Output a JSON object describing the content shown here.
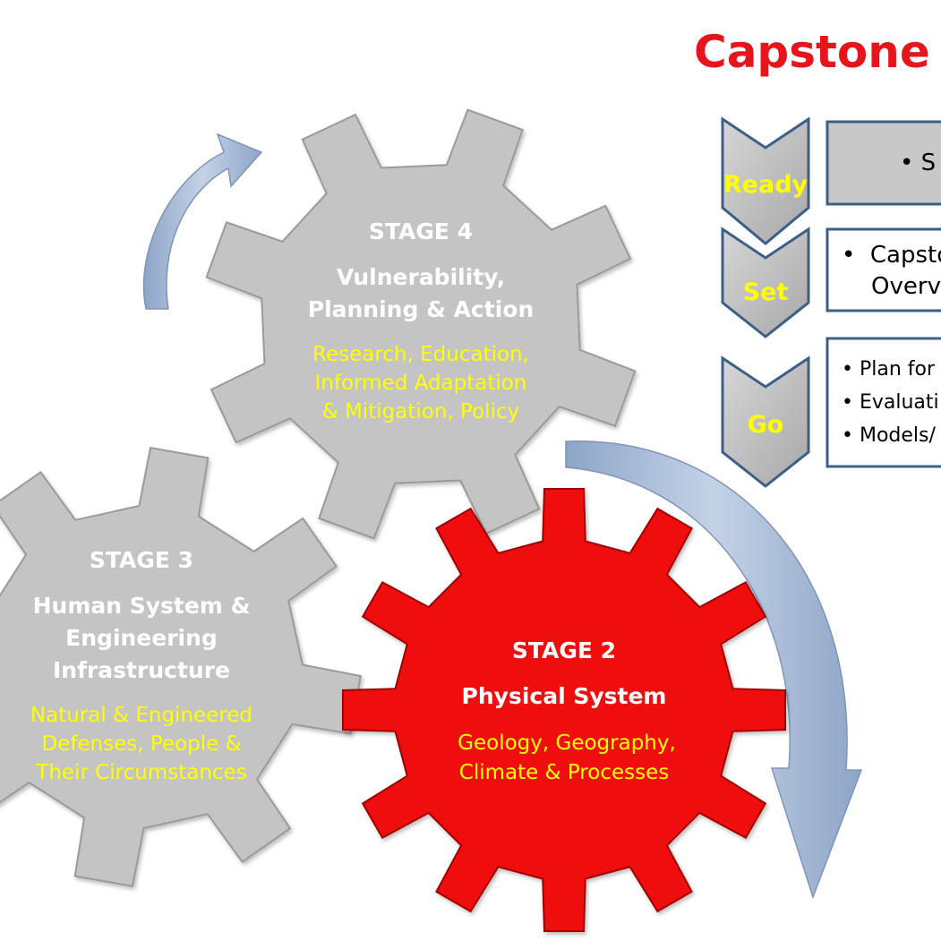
{
  "title": {
    "text": "Capstone St",
    "color": "#e8141c"
  },
  "colors": {
    "gear_gray": "#c4c4c4",
    "gear_red": "#ef1010",
    "stage_text": "#ffffff",
    "detail_text": "#ffff00",
    "chevron_fill": "#c0c0c0",
    "chevron_border": "#3c5f8a",
    "step_label": "#ffff00",
    "arrow": "#9db2d2"
  },
  "stages": [
    {
      "id": "stage4",
      "heading": "STAGE 4",
      "title_lines": [
        "Vulnerability,",
        "Planning & Action"
      ],
      "detail_lines": [
        "Research, Education,",
        "Informed Adaptation",
        "& Mitigation, Policy"
      ]
    },
    {
      "id": "stage3",
      "heading": "STAGE 3",
      "title_lines": [
        "Human System &",
        "Engineering",
        "Infrastructure"
      ],
      "detail_lines": [
        "Natural & Engineered",
        "Defenses, People &",
        "Their Circumstances"
      ]
    },
    {
      "id": "stage2",
      "heading": "STAGE 2",
      "title_lines": [
        "Physical System"
      ],
      "detail_lines": [
        "Geology, Geography,",
        "Climate & Processes"
      ]
    }
  ],
  "steps": [
    {
      "label": "Ready",
      "box_lines": [
        "• S"
      ]
    },
    {
      "label": "Set",
      "box_lines": [
        "•  Capsto",
        "    Overv"
      ]
    },
    {
      "label": "Go",
      "box_lines": [
        "• Plan for",
        "• Evaluati",
        "• Models/"
      ]
    }
  ]
}
